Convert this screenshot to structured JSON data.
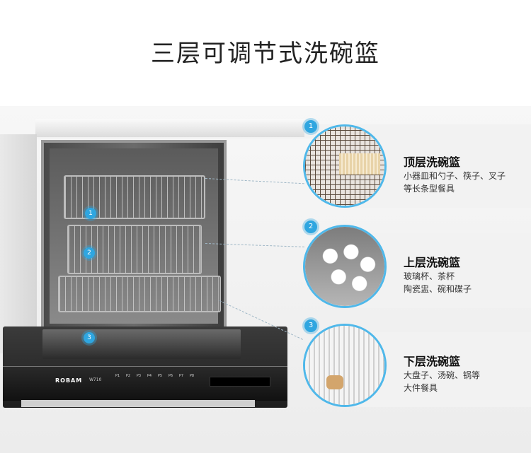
{
  "title": "三层可调节式洗碗篮",
  "badges": [
    "1",
    "2",
    "3"
  ],
  "dishwasher": {
    "brand": "ROBAM",
    "model": "W710",
    "programs": [
      "P1",
      "P2",
      "P3",
      "P4",
      "P5",
      "P6",
      "P7",
      "P8"
    ]
  },
  "features": [
    {
      "number": "1",
      "title": "顶层洗碗篮",
      "lines": [
        "小器皿和勺子、筷子、叉子",
        "等长条型餐具"
      ]
    },
    {
      "number": "2",
      "title": "上层洗碗篮",
      "lines": [
        "玻璃杯、茶杯",
        "陶瓷盅、碗和碟子"
      ]
    },
    {
      "number": "3",
      "title": "下层洗碗篮",
      "lines": [
        "大盘子、汤碗、锅等",
        "大件餐具"
      ]
    }
  ],
  "colors": {
    "accent": "#2fa6e0",
    "circle_border": "#4fb8ea",
    "panel_bg": "#f2f2f2"
  }
}
